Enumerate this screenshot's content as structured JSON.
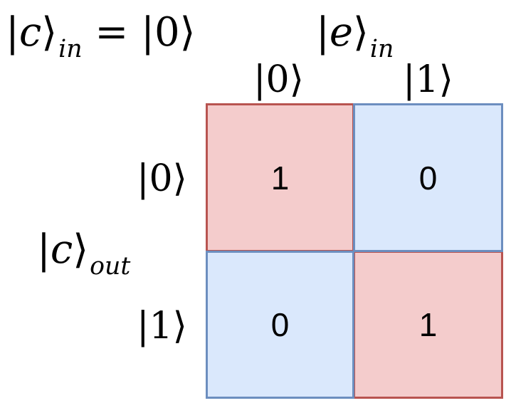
{
  "titles": {
    "c_in": {
      "symbol": "c",
      "subscript": "in",
      "equals": "=",
      "value": "0"
    },
    "e_in": {
      "symbol": "e",
      "subscript": "in"
    }
  },
  "columns": [
    "0",
    "1"
  ],
  "rows": [
    "0",
    "1"
  ],
  "row_label": {
    "symbol": "c",
    "subscript": "out"
  },
  "matrix": [
    [
      "1",
      "0"
    ],
    [
      "0",
      "1"
    ]
  ],
  "colors": {
    "red_fill": "#f4cccc",
    "red_border": "#b85450",
    "blue_fill": "#dae8fc",
    "blue_border": "#6c8ebf"
  }
}
